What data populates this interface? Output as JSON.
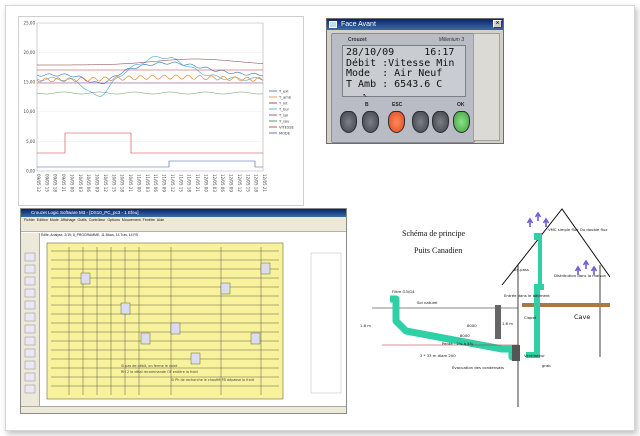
{
  "chart": {
    "y_ticks": [
      "25,00",
      "20,00",
      "15,00",
      "10,00",
      "5,00",
      "0,00"
    ],
    "x_ticks": [
      "09/05 12",
      "09/05 15",
      "09/05 18",
      "09/05 21",
      "10/05 00",
      "10/05 03",
      "10/05 06",
      "10/05 09",
      "10/05 12",
      "10/05 15",
      "10/05 18",
      "10/05 21",
      "11/05 00",
      "11/05 03",
      "11/05 06",
      "11/05 09",
      "11/05 12",
      "11/05 15",
      "11/05 18",
      "11/05 21",
      "12/05 00",
      "12/05 03",
      "12/05 06",
      "12/05 09",
      "12/05 12",
      "12/05 15",
      "12/05 18",
      "12/05 21"
    ],
    "legend": [
      "T_ext",
      "T_amb",
      "T_int",
      "T_bur",
      "T_sol",
      "T_sou",
      "VITESSE",
      "MODE"
    ]
  },
  "face": {
    "title": "Face Avant",
    "brand": "Crouzet",
    "model": "Millenium 3",
    "lcd_lines": [
      "28/10/09     16:17",
      "Débit :Vitesse Min",
      "Mode  : Air Neuf",
      "T Amb : 6543.6 C"
    ],
    "key_labels": [
      "B",
      "ESC",
      "OK"
    ],
    "colors": {
      "escape_key": "#e0491f",
      "ok_key": "#3aa339"
    }
  },
  "logic": {
    "title": "Crouzet Logic Software M3 - [DS10_PC_pc3 - 1 Efeu]",
    "menu": [
      "Fichier",
      "Edition",
      "Mode",
      "Affichage",
      "Outils",
      "Contrôleur",
      "Options",
      "Mouvement",
      "Fenêtre",
      "Aide"
    ],
    "tab": "Édite, Analyse, 2/19; 5_PROGRAMME, 11 Blocs, 14 Trav, 14 FB",
    "notes": [
      "Si pas de débit, on ferme le volet",
      "RH 2 le délai recommande OF entière la froid",
      "Si Ph de recharche le chauffé FB dépasse la froid"
    ]
  },
  "puits": {
    "title": "Schéma de principe",
    "subtitle": "Puits Canadien",
    "labels": {
      "filtre": "Filtre G3/G4",
      "sol": "Sol naturel",
      "h1": "1.6 m",
      "h2": "1.6 m",
      "pente": "Pente : 2% à 5%",
      "longueur": "2 * 33 m diam 200",
      "evac": "Évacuation des condensats",
      "l1": "8000",
      "l2": "8000",
      "entree": "Entrée dans le bâtiment",
      "vmc": "VMC simple flux Ou double flux",
      "bypass": "By-pass",
      "clapet": "Clapet",
      "ventilateur": "Ventilateur",
      "distribution": "Distribution dans la maison",
      "cave": "Cave",
      "grab": "grab"
    },
    "colors": {
      "duct": "#2fd0a6",
      "soil": "#a8774a",
      "arrow": "#6b5bd6"
    }
  }
}
